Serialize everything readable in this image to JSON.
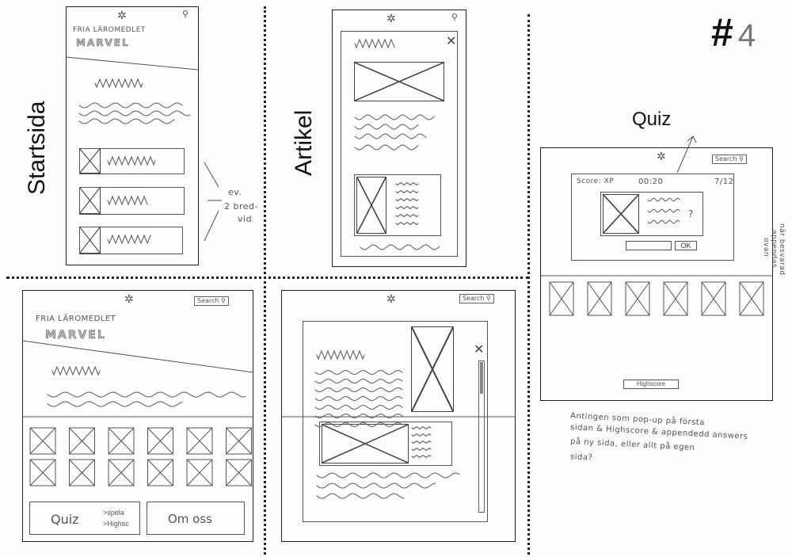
{
  "sheet_number": {
    "hash": "#",
    "digit": "4"
  },
  "labels": {
    "startsida": "Startsida",
    "artikel": "Artikel",
    "quiz": "Quiz"
  },
  "startsida_mobile": {
    "subtitle": "FRIA LÄROMEDLET",
    "brand": "MARVEL",
    "annotation_lines": [
      "ev.",
      "2 bred-",
      "vid"
    ]
  },
  "startsida_desktop": {
    "subtitle": "FRIA LÄROMEDLET",
    "brand": "MARVEL",
    "search": "Search",
    "quiz_button": "Quiz",
    "quiz_sub_1": ">spela",
    "quiz_sub_2": ">Highsc",
    "about_button": "Om oss"
  },
  "artikel_desktop": {
    "search": "Search"
  },
  "quiz_desktop": {
    "search": "Search",
    "score_label": "Score: XP",
    "timer": "00:20",
    "progress": "7/12",
    "question_mark": "?",
    "ok_button": "OK",
    "highscore_button": "Highscore",
    "side_note": [
      "när besvarad",
      "appendas",
      "ovan"
    ]
  },
  "note": {
    "line1": "Antingen som pop-up på första",
    "line2": "sidan & Highscore & appendedd answers",
    "line3": "på ny sida, eller allt på egen",
    "line4": "sida?"
  }
}
